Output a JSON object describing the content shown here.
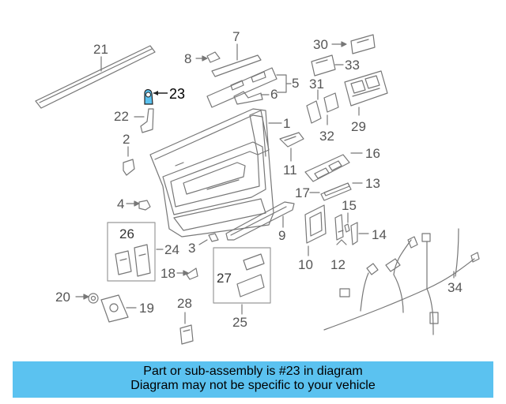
{
  "callouts": {
    "c1": "1",
    "c2": "2",
    "c3": "3",
    "c4": "4",
    "c5": "5",
    "c6": "6",
    "c7": "7",
    "c8": "8",
    "c9": "9",
    "c10": "10",
    "c11": "11",
    "c12": "12",
    "c13": "13",
    "c14": "14",
    "c15": "15",
    "c16": "16",
    "c17": "17",
    "c18": "18",
    "c19": "19",
    "c20": "20",
    "c21": "21",
    "c22": "22",
    "c23": "23",
    "c24": "24",
    "c25": "25",
    "c26": "26",
    "c27": "27",
    "c28": "28",
    "c29": "29",
    "c30": "30",
    "c31": "31",
    "c32": "32",
    "c33": "33",
    "c34": "34"
  },
  "highlight_color": "#5bc2f0",
  "caption": {
    "line1": "Part or sub-assembly is #23 in diagram",
    "line2": "Diagram may not be specific to your vehicle"
  }
}
